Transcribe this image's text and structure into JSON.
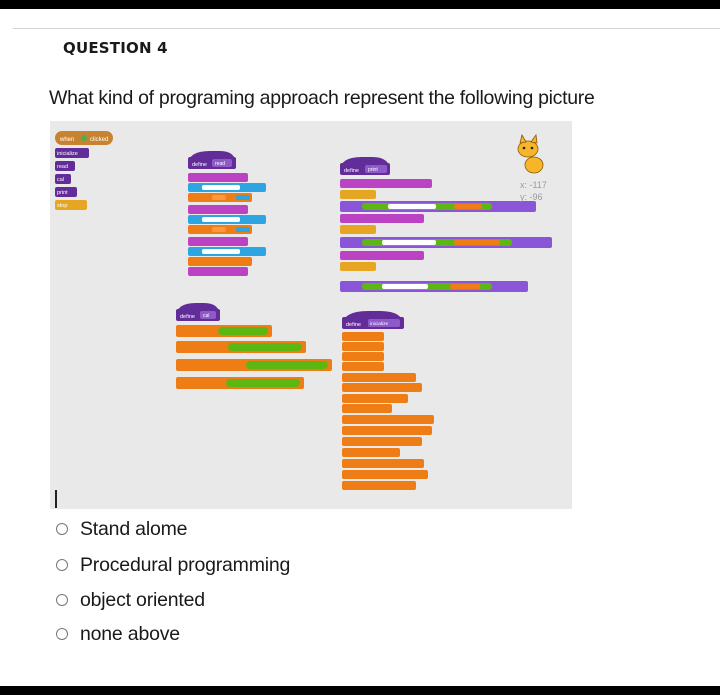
{
  "question": {
    "heading": "QUESTION 4",
    "text": "What kind of programing approach represent the following  picture"
  },
  "stage": {
    "x_readout": "x: -117",
    "y_readout": "y: -96",
    "sprite_icon": "scratch-cat-icon"
  },
  "script_blocks": {
    "hat": "when",
    "flag_icon": "green-flag-icon",
    "clicked": "clicked",
    "define_print": "define",
    "print_name": "print",
    "define_read": "define",
    "read_name": "read",
    "define_cal": "define",
    "cal_name": "cal",
    "define_inicialize": "define",
    "inicialize_name": "inicialize"
  },
  "palette": {
    "inicialice": "inicialize",
    "read": "read",
    "cal": "cal",
    "print": "print",
    "stop": "stop"
  },
  "options": [
    {
      "label": "Stand alome",
      "selected": false
    },
    {
      "label": "Procedural programming",
      "selected": false
    },
    {
      "label": "object oriented",
      "selected": false
    },
    {
      "label": "none above",
      "selected": false
    }
  ],
  "colors": {
    "sensing": "#2ca5e2",
    "sound": "#bb42c3",
    "data": "#ee7d16",
    "operators": "#5cb712",
    "looks": "#8a55d7",
    "events": "#c88330",
    "more_blocks": "#632d99"
  }
}
